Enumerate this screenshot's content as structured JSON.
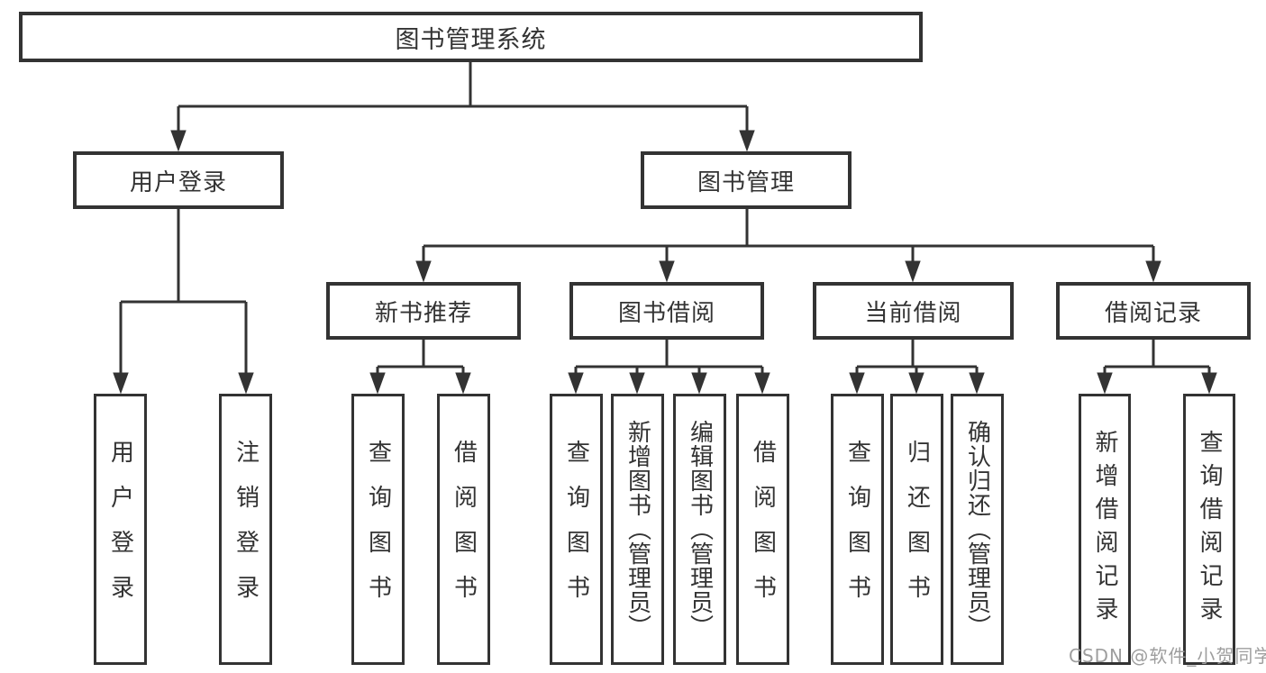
{
  "diagram": {
    "title": "图书管理系统",
    "level2": [
      {
        "label": "用户登录"
      },
      {
        "label": "图书管理"
      }
    ],
    "level3": [
      {
        "label": "新书推荐"
      },
      {
        "label": "图书借阅"
      },
      {
        "label": "当前借阅"
      },
      {
        "label": "借阅记录"
      }
    ],
    "leaves": {
      "user": [
        {
          "label": "用户登录"
        },
        {
          "label": "注销登录"
        }
      ],
      "recommend": [
        {
          "label": "查询图书"
        },
        {
          "label": "借阅图书"
        }
      ],
      "borrow": [
        {
          "label": "查询图书"
        },
        {
          "label": "新增图书（管理员）"
        },
        {
          "label": "编辑图书（管理员）"
        },
        {
          "label": "借阅图书"
        }
      ],
      "current": [
        {
          "label": "查询图书"
        },
        {
          "label": "归还图书"
        },
        {
          "label": "确认归还（管理员）"
        }
      ],
      "records": [
        {
          "label": "新增借阅记录"
        },
        {
          "label": "查询借阅记录"
        }
      ]
    }
  },
  "watermark": "CSDN @软件_小贺同学",
  "colors": {
    "line": "#333333",
    "box_border": "#333333",
    "box_fill": "#ffffff",
    "text": "#333333",
    "watermark": "#9e9e9e"
  }
}
